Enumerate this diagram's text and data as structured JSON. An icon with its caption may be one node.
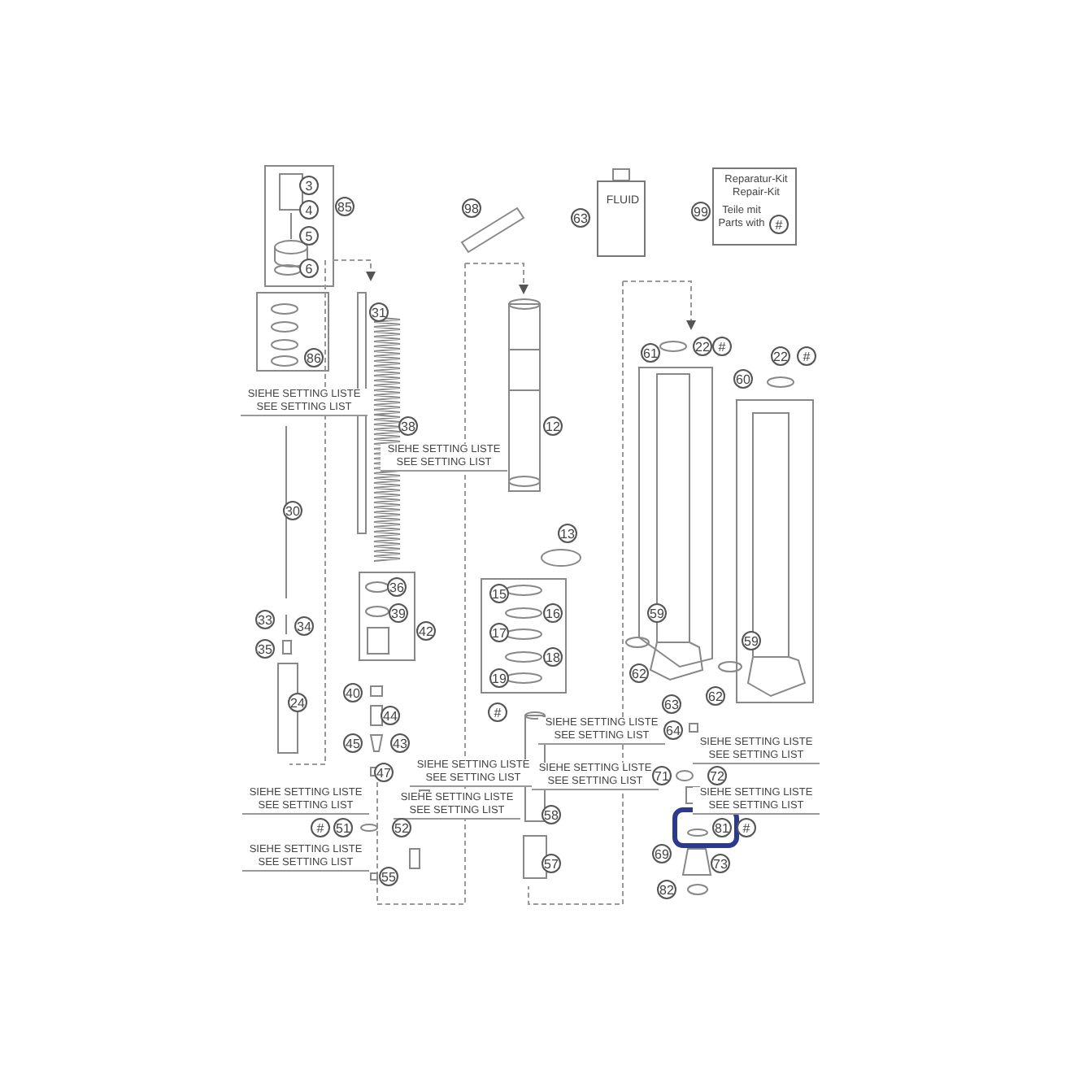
{
  "diagram": {
    "nodes": [
      {
        "text": [
          "FLUID"
        ]
      },
      {
        "text": [
          "Reparatur-Kit Repair-Kit",
          "Teile mit Parts with",
          "#"
        ]
      }
    ],
    "labels": [
      "3",
      "85",
      "4",
      "5",
      "6",
      "98",
      "63",
      "99",
      "31",
      "61",
      "22",
      "#",
      "60",
      "22",
      "#",
      "86",
      "SIEHE SETTING LISTE SEE SETTING LIST",
      "38",
      "12",
      "SIEHE SETTING LISTE SEE SETTING LIST",
      "30",
      "13",
      "36",
      "15",
      "16",
      "39",
      "59",
      "33",
      "34",
      "42",
      "17",
      "59",
      "35",
      "18",
      "62",
      "19",
      "40",
      "24",
      "62",
      "63",
      "44",
      "#",
      "SIEHE SETTING LISTE SEE SETTING LIST",
      "64",
      "43",
      "45",
      "SIEHE SETTING LISTE SEE SETTING LIST",
      "47",
      "SIEHE SETTING LISTE SEE SETTING LIST",
      "SIEHE SETTING LISTE SEE SETTING LIST",
      "71",
      "72",
      "SIEHE SETTING LISTE SEE SETTING LIST",
      "SIEHE SETTING LISTE SEE SETTING LIST",
      "SIEHE SETTING LISTE SEE SETTING LIST",
      "58",
      "#",
      "51",
      "52",
      "81",
      "#",
      "SIEHE SETTING LISTE SEE SETTING LIST",
      "69",
      "73",
      "57",
      "55",
      "82"
    ]
  }
}
